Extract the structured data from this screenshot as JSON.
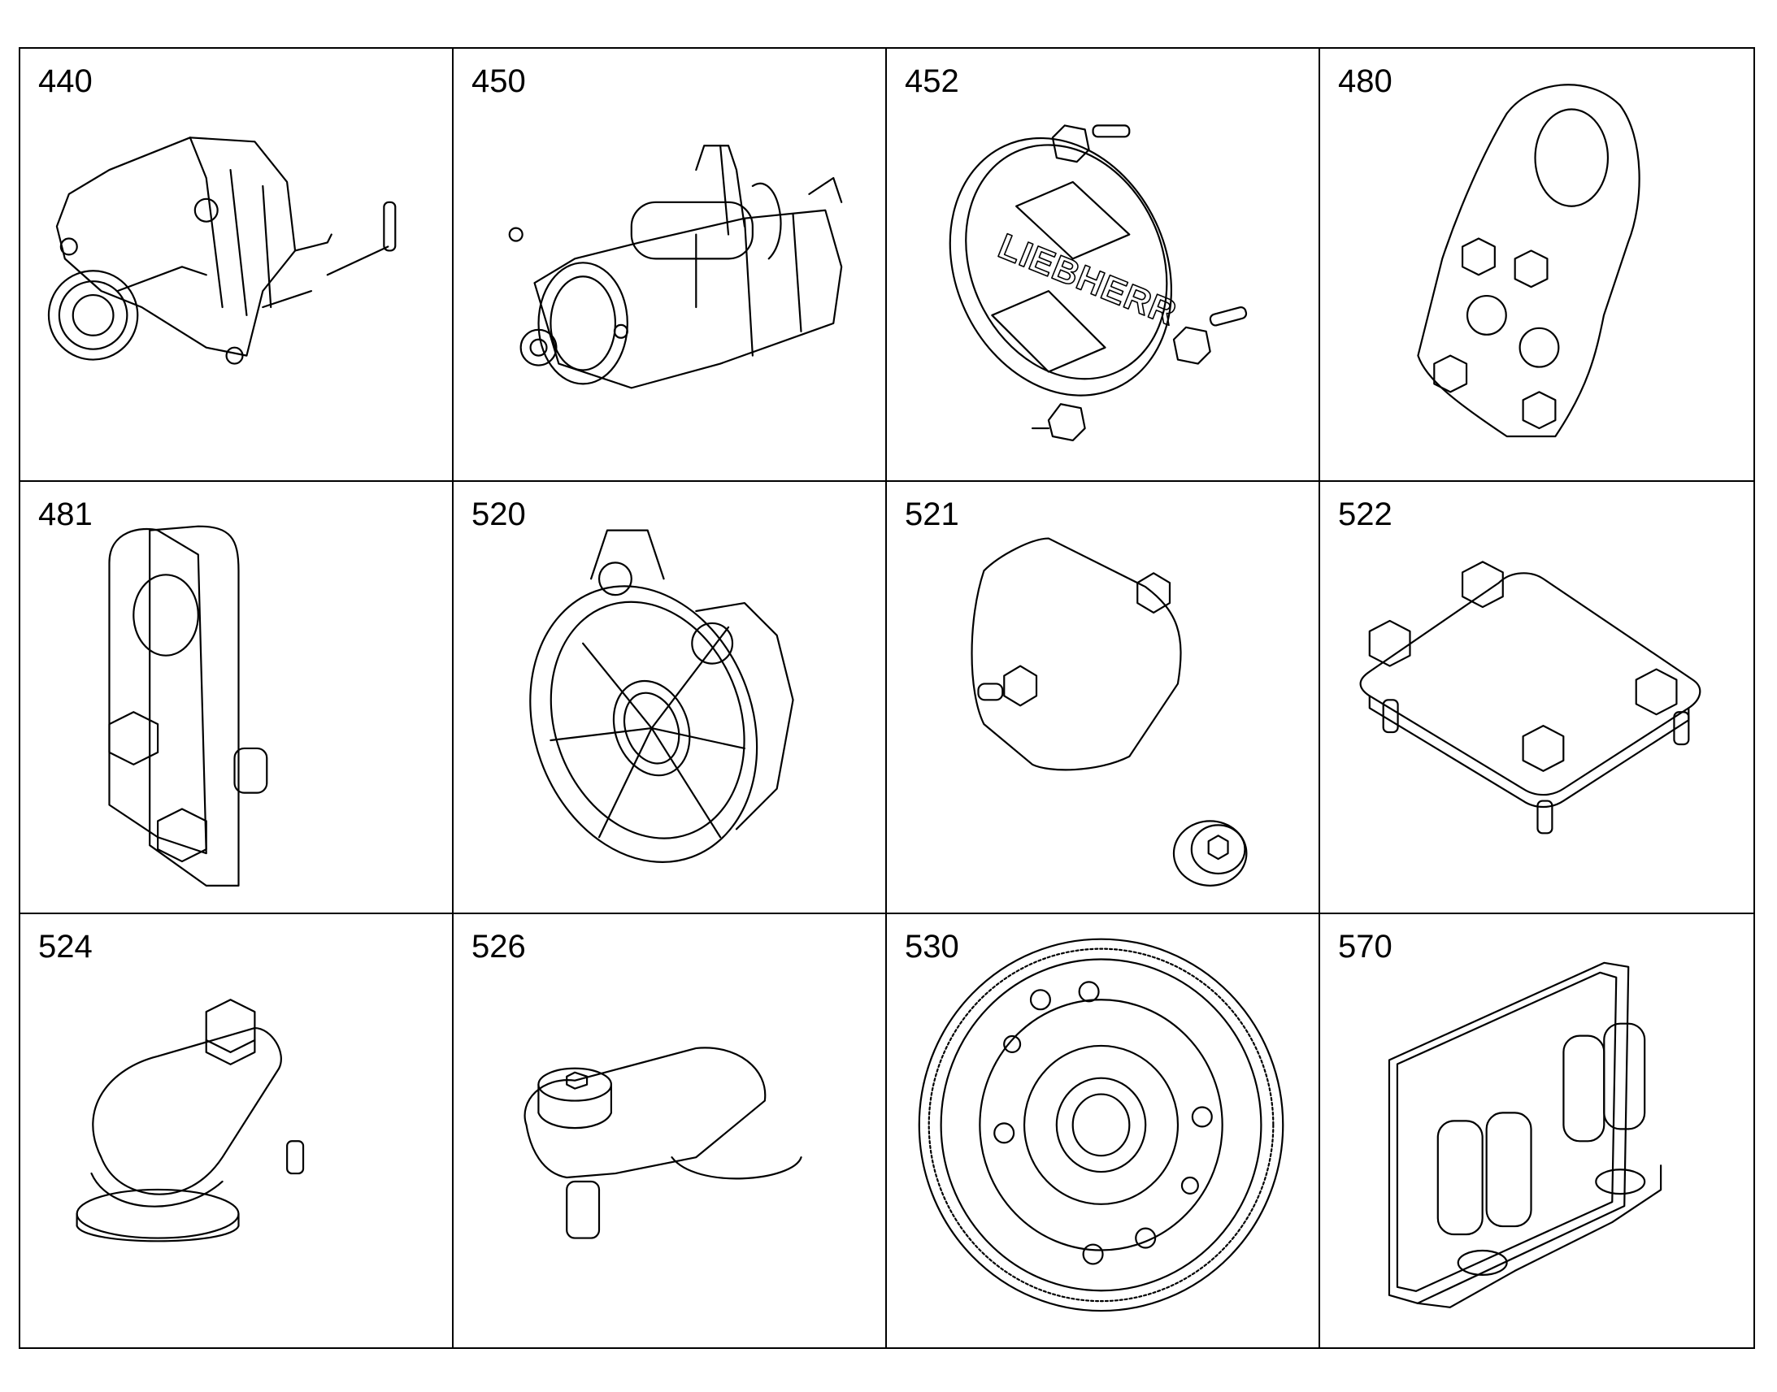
{
  "parts": [
    {
      "number": "440",
      "icon": "alternator-icon"
    },
    {
      "number": "450",
      "icon": "starter-motor-icon"
    },
    {
      "number": "452",
      "icon": "liebherr-cover-icon",
      "logo_text": "LIEBHERR"
    },
    {
      "number": "480",
      "icon": "lifting-eye-bracket-icon"
    },
    {
      "number": "481",
      "icon": "lifting-bracket-icon"
    },
    {
      "number": "520",
      "icon": "flywheel-housing-icon"
    },
    {
      "number": "521",
      "icon": "cover-plate-icon"
    },
    {
      "number": "522",
      "icon": "clamp-plate-icon"
    },
    {
      "number": "524",
      "icon": "cover-cap-icon"
    },
    {
      "number": "526",
      "icon": "cover-cap-socket-icon"
    },
    {
      "number": "530",
      "icon": "flywheel-icon"
    },
    {
      "number": "570",
      "icon": "control-unit-icon"
    }
  ]
}
